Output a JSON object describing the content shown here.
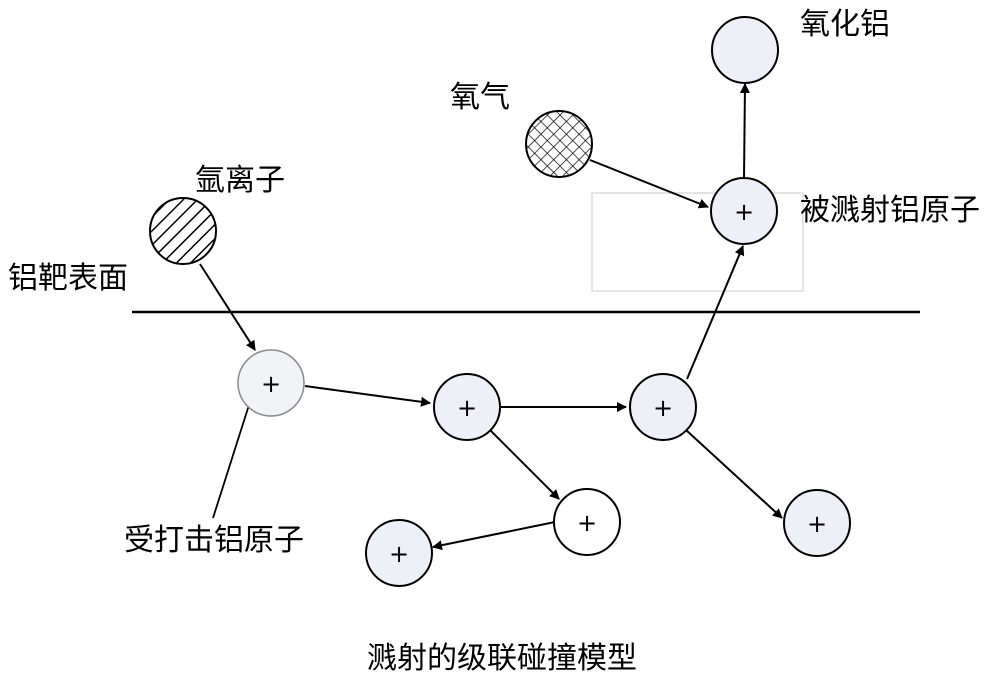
{
  "title": "溅射的级联碰撞模型",
  "labels": {
    "aluminum_oxide": "氧化铝",
    "oxygen": "氧气",
    "argon_ion": "氩离子",
    "sputtered_atom": "被溅射铝原子",
    "target_surface": "铝靶表面",
    "struck_atom": "受打击铝原子"
  },
  "atom_symbol": "+",
  "colors": {
    "stroke": "#000000",
    "atom_fill": "#eef0f7",
    "box_stroke": "#dcdcdc"
  },
  "icons": {
    "argon": "hatched-circle",
    "oxygen": "crosshatched-circle",
    "atom": "plus-circle"
  }
}
